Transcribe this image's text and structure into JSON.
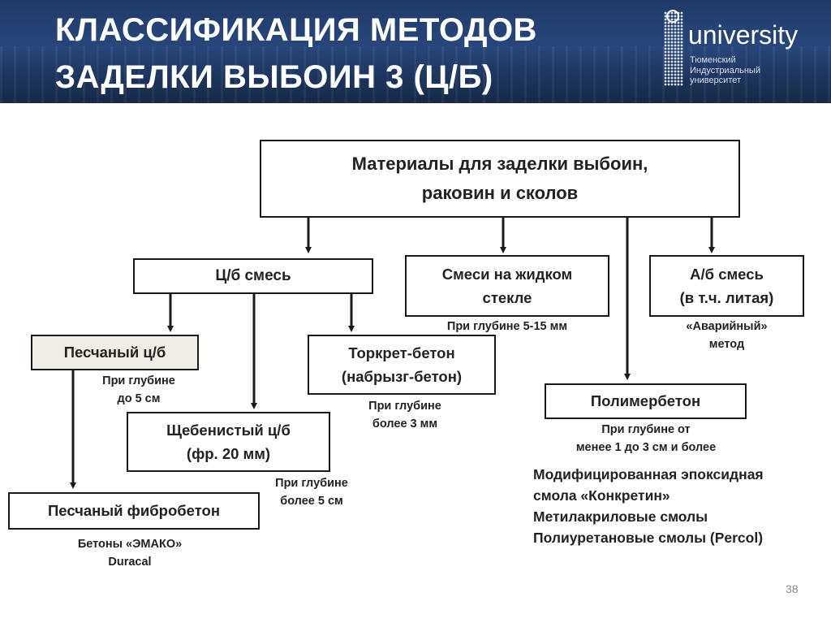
{
  "header": {
    "title_lines": [
      "КЛАССИФИКАЦИЯ МЕТОДОВ",
      "ЗАДЕЛКИ ВЫБОИН 3 (Ц/Б)"
    ],
    "logo": {
      "icon": "globe-icon",
      "word": "university",
      "sub_lines": [
        "Тюменский",
        "Индустриальный",
        "университет"
      ]
    }
  },
  "diagram": {
    "root": [
      "Материалы для заделки выбоин,",
      "раковин и сколов"
    ],
    "cb_mix": "Ц/б смесь",
    "liquid_glass": [
      "Смеси на жидком",
      "стекле"
    ],
    "liquid_glass_note": "При глубине 5-15 мм",
    "ab_mix": [
      "А/б смесь",
      "(в т.ч. литая)"
    ],
    "ab_note": [
      "«Аварийный»",
      "метод"
    ],
    "sandy_cb": "Песчаный ц/б",
    "sandy_note": [
      "При глубине",
      "до 5 см"
    ],
    "torkret": [
      "Торкрет-бетон",
      "(набрызг-бетон)"
    ],
    "torkret_note": [
      "При глубине",
      "более 3 мм"
    ],
    "gravel_cb": [
      "Щебенистый ц/б",
      "(фр. 20 мм)"
    ],
    "gravel_note": [
      "При глубине",
      "более 5 см"
    ],
    "fibro": "Песчаный фибробетон",
    "fibro_note": [
      "Бетоны «ЭМАКО»",
      "Duracal"
    ],
    "polymer": "Полимербетон",
    "polymer_note": [
      "При глубине от",
      "менее 1 до 3 см и более"
    ],
    "polymer_list": [
      "Модифицированная эпоксидная",
      "смола «Конкретин»",
      "Метилакриловые смолы",
      "Полиуретановые смолы (Percol)"
    ]
  },
  "page_number": "38"
}
